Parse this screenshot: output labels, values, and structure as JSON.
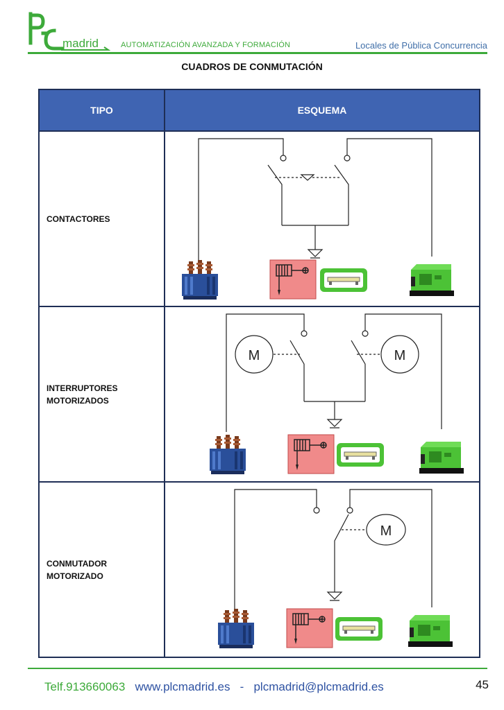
{
  "header": {
    "logo_text": "PLCmadrid",
    "logo_sub": "madrid",
    "tagline": "AUTOMATIZACIÓN AVANZADA Y FORMACIÓN",
    "section": "Locales de Pública Concurrencia"
  },
  "title": "CUADROS DE CONMUTACIÓN",
  "table": {
    "headers": [
      "TIPO",
      "ESQUEMA"
    ],
    "rows": [
      {
        "tipo": [
          "CONTACTORES"
        ]
      },
      {
        "tipo": [
          "INTERRUPTORES",
          "MOTORIZADOS"
        ],
        "motor_label": "M"
      },
      {
        "tipo": [
          "CONMUTADOR",
          "MOTORIZADO"
        ],
        "motor_label": "M"
      }
    ]
  },
  "icons": [
    "transformer-icon",
    "fire-hose-icon",
    "emergency-light-icon",
    "generator-icon",
    "motor-icon",
    "ground-icon"
  ],
  "colors": {
    "accent_green": "#3daa3a",
    "header_blue": "#3f64b2",
    "link_blue": "#2e52a2",
    "transformer_blue": "#2a4f9a",
    "generator_green": "#4cc236",
    "hose_pink": "#f08a8a"
  },
  "footer": {
    "tel": "Telf.913660063",
    "web": "www.plcmadrid.es",
    "sep": "-",
    "mail": "plcmadrid@plcmadrid.es",
    "page": "45"
  }
}
